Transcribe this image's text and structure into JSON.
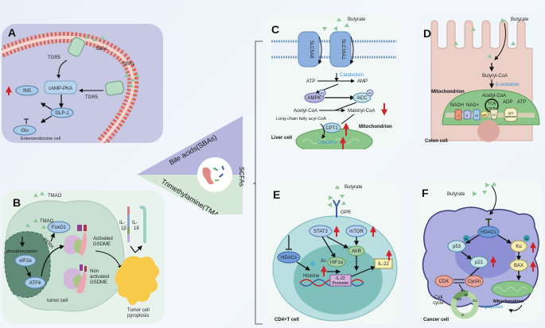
{
  "center": {
    "bile_acids": "Bile acids(SBAs)",
    "tmao": "Trimethylamine(TMAO)",
    "scfas": "SCFAs"
  },
  "panelA": {
    "letter": "A",
    "sbas_1": "SBAs",
    "sbas_2": "SBAs",
    "tgr5_1": "TGR5",
    "tgr5_2": "TGR5",
    "camp_pka": "cAMP-PKA",
    "ins": "INS",
    "glp1": "GLP-1",
    "glu": "Glu",
    "cell": "Enteroendocrine cell"
  },
  "panelB": {
    "letter": "B",
    "tmao_1": "TMAO",
    "tmao_2": "TMAO",
    "foxo1": "FoxO1",
    "perk": "PERK",
    "phosphorylation": "phosphorylation",
    "eif2a": "eIF2α",
    "atf4": "ATF4",
    "activated_1": "Activated",
    "activated_2": "GSDME",
    "non_1": "Non",
    "non_2": "activated",
    "non_3": "GSDME",
    "il1b_1": "IL-",
    "il1b_2": "1β",
    "il18_1": "IL-",
    "il18_2": "18",
    "tumor_cell": "tumor cell",
    "pyro_1": "Tumor cell",
    "pyro_2": "pyroptosis"
  },
  "panelC": {
    "letter": "C",
    "butyrate": "Butyrate",
    "slc5a8": "SLC5A8",
    "slc16a1": "SLC16A1",
    "catabolism": "Catabolism",
    "atp": "ATP",
    "amp": "AMP",
    "ampk": "AMPK",
    "pi": "Pi",
    "acc": "ACC",
    "acetyl_coa": "Acetyl-CoA",
    "malonyl_coa": "Malonyl-CoA",
    "lcfa": "Long-chain fatty acyl-CoA",
    "cpt1": "CPT1",
    "mitochondrion": "Mitochondrion",
    "oxidation": "Oxidation",
    "cell": "Liver cell"
  },
  "panelD": {
    "letter": "D",
    "butyrate": "Butyrate",
    "butyryl_coa": "Butyryl-CoA",
    "beta_oxidation": "β-oxidation",
    "mitochondrion": "Mitochondrion",
    "acetyl_coa": "Acetyl-CoA",
    "tca_1": "TCA",
    "tca_2": "cycle",
    "nadh": "NADH",
    "nad": "NAD+",
    "adp": "ADP",
    "atp": "ATP",
    "complexes": [
      "I",
      "II",
      "III",
      "cytC",
      "IV"
    ],
    "atp_synthase_1": "ATP",
    "atp_synthase_2": "synthase",
    "cell": "Colon cell"
  },
  "panelE": {
    "letter": "E",
    "butyrate": "Butyrate",
    "gpr": "GPR",
    "stat3": "STAT3",
    "mtor": "mTOR",
    "hdacs": "HDACs",
    "ahr": "AhR",
    "hif1a": "HIF1α",
    "ac": "Ac",
    "histone": "Histone",
    "il22": "IL-22",
    "promoter_1": "IL-22",
    "promoter_2": "Promoter",
    "cell": "CD4+T cell"
  },
  "panelF": {
    "letter": "F",
    "butyrate": "Butyrate",
    "hdacs": "HDACs",
    "p53": "p53",
    "ac": "Ac",
    "ku": "Ku",
    "p21": "p21",
    "bax": "BAX",
    "cdk": "CDK",
    "cyclin": "Cyclin",
    "cell_cycle_1": "Cell",
    "cell_cycle_2": "cycle",
    "g2": "G2",
    "m": "M",
    "g1": "G1",
    "s": "S",
    "mitochondrion": "Mitochondrion",
    "apoptosis": "Apoptosis",
    "cell": "Cancer cell"
  },
  "colors": {
    "upregulation_arrow": "#d0232a",
    "membrane_red": "#e06a5a",
    "accent_blue": "#3a8fd0",
    "panelA_bg": "#c5c6e2",
    "mito_green": "#8cc58a"
  }
}
